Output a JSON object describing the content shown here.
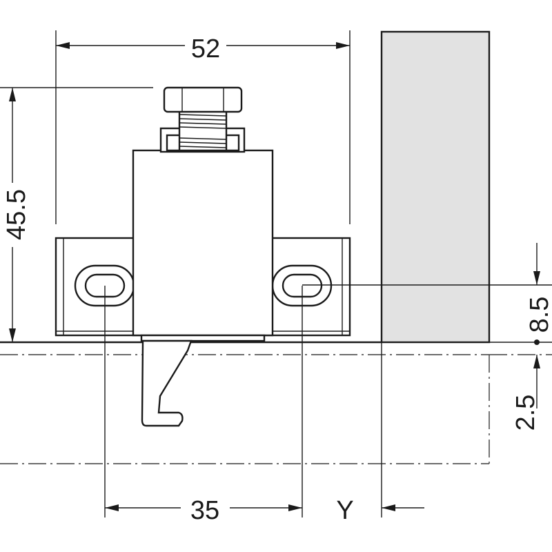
{
  "dimensions": {
    "width_total": "52",
    "height_total": "45.5",
    "hole_offset": "8.5",
    "overlap": "2.5",
    "hole_spacing": "35",
    "door_gap": "Y"
  },
  "colors": {
    "line": "#1a1a1a",
    "panel_fill": "#e2e2e2",
    "part_fill": "#ffffff"
  }
}
